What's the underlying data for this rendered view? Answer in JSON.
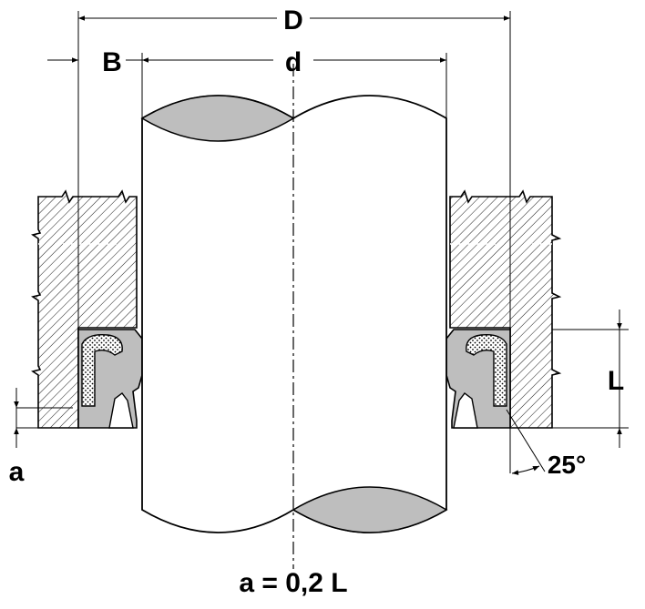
{
  "labels": {
    "outer_diameter": "D",
    "shaft_diameter": "d",
    "width": "B",
    "height": "L",
    "chamfer": "a",
    "angle": "25°",
    "formula": "a = 0,2 L"
  },
  "colors": {
    "line": "#000000",
    "seal_fill": "#bebebe",
    "shaft_fill": "#ffffff",
    "hatch": "#000000"
  }
}
